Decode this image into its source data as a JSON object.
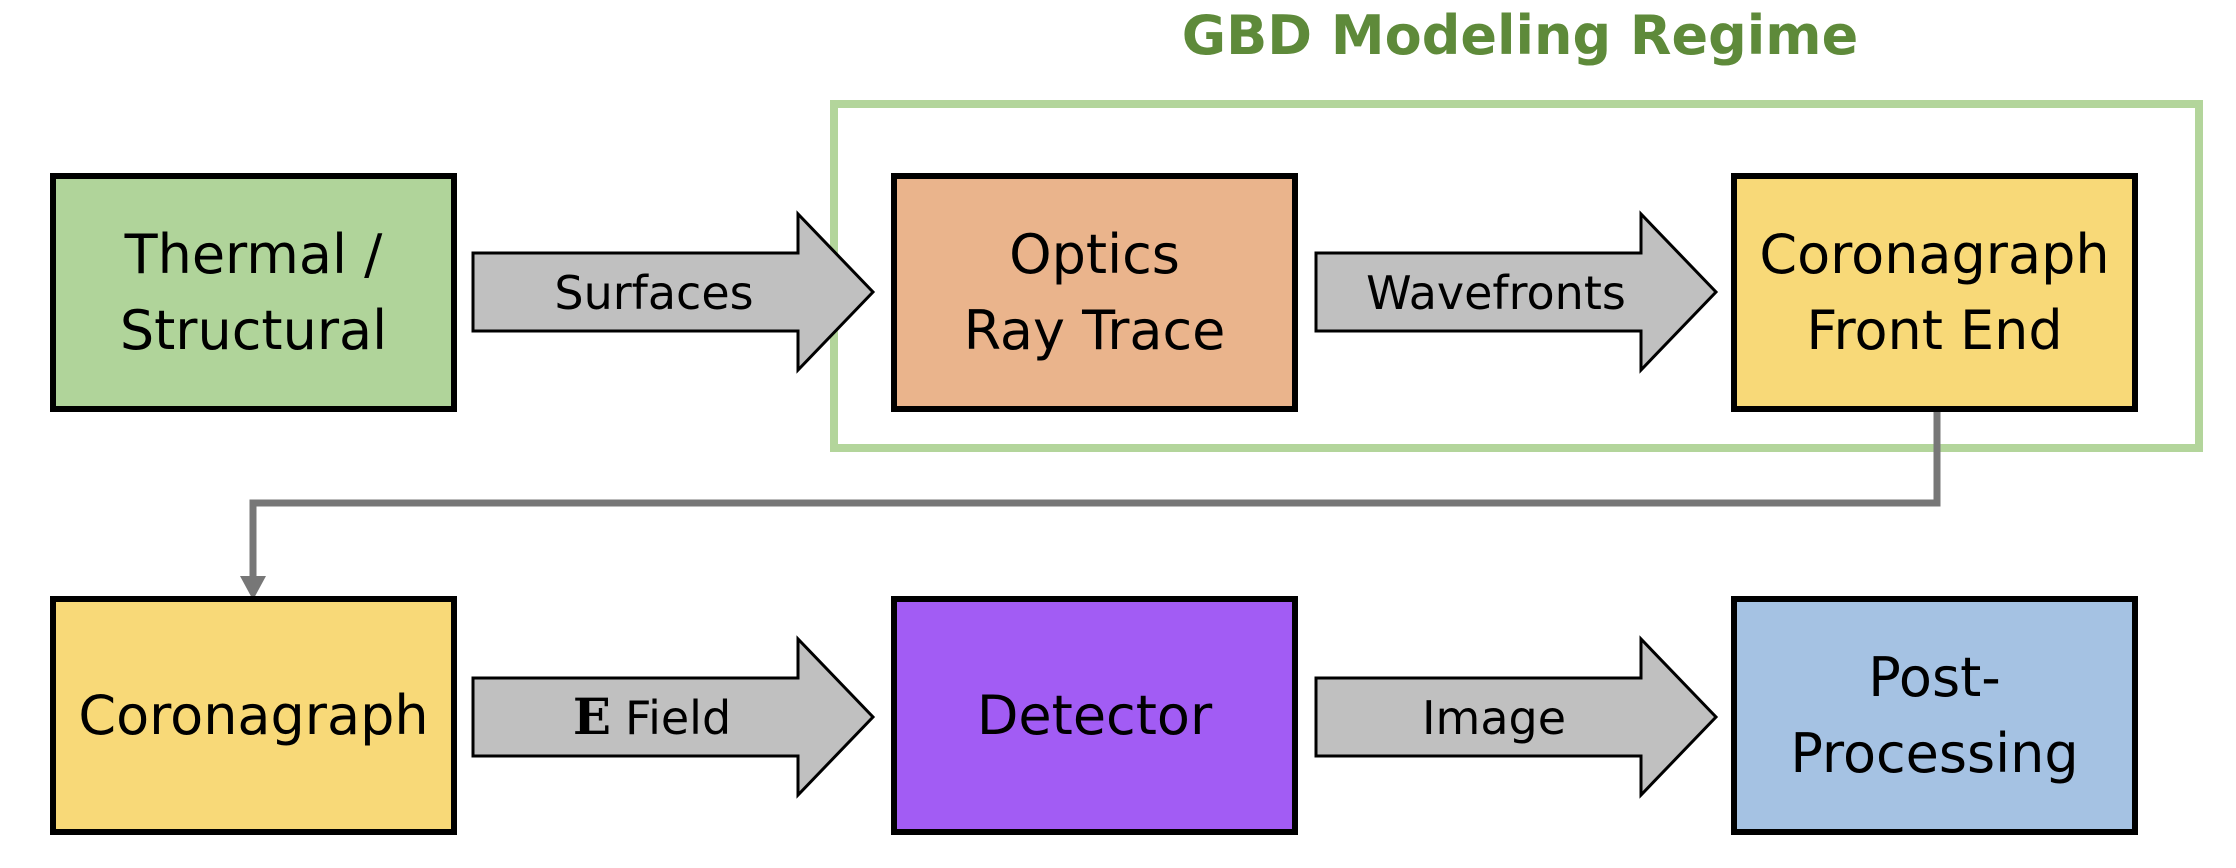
{
  "region": {
    "title": "GBD Modeling Regime",
    "title_color": "#5e8a3a",
    "border_color": "#b3d59b"
  },
  "boxes": {
    "thermal_structural": {
      "lines": [
        "Thermal /",
        "Structural"
      ],
      "fill": "#b0d49a"
    },
    "optics_ray_trace": {
      "lines": [
        "Optics",
        "Ray Trace"
      ],
      "fill": "#eab48c"
    },
    "coronagraph_front_end": {
      "lines": [
        "Coronagraph",
        "Front End"
      ],
      "fill": "#f8d978"
    },
    "coronagraph": {
      "lines": [
        "Coronagraph"
      ],
      "fill": "#f8d978"
    },
    "detector": {
      "lines": [
        "Detector"
      ],
      "fill": "#a25cf4"
    },
    "post_processing": {
      "lines": [
        "Post-",
        "Processing"
      ],
      "fill": "#a5c2e3"
    }
  },
  "arrows": {
    "surfaces": {
      "label": "Surfaces"
    },
    "wavefronts": {
      "label": "Wavefronts"
    },
    "e_field": {
      "symbol": "E",
      "label": "Field"
    },
    "image": {
      "label": "Image"
    },
    "fill": "#c0c0c0",
    "connector_color": "#777777"
  }
}
